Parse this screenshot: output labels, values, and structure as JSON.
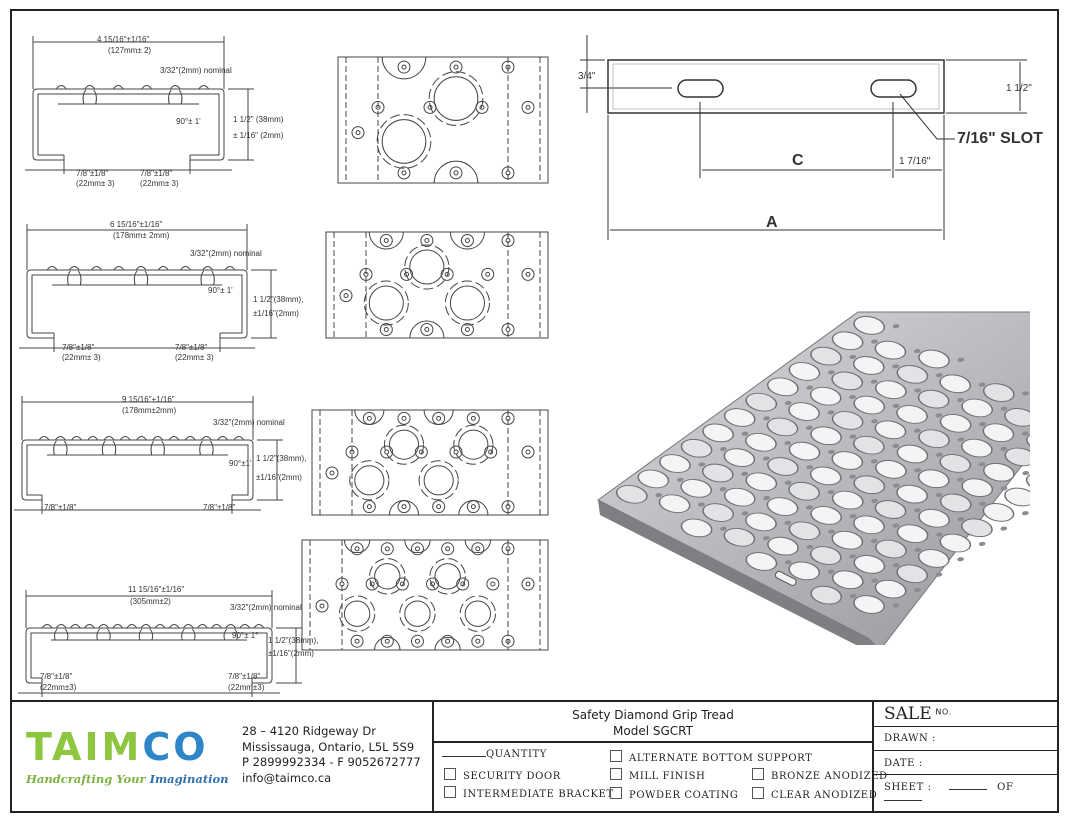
{
  "profiles": [
    {
      "width_dim": "4 15/16\"±1/16\"",
      "width_mm": "(127mm± 2)",
      "nominal": "3/32\"(2mm) nominal",
      "angle": "90°± 1'",
      "height_dim": "1 1/2\" (38mm)",
      "height_tol": "± 1/16\" (2mm)",
      "lip_left": "7/8\"±1/8\"",
      "lip_left_mm": "(22mm± 3)",
      "lip_right": "7/8\"±1/8\"",
      "lip_right_mm": "(22mm± 3)"
    },
    {
      "width_dim": "6 15/16\"±1/16\"",
      "width_mm": "(178mm± 2mm)",
      "nominal": "3/32\"(2mm) nominal",
      "angle": "90°± 1'",
      "height_dim": "1 1/2\"(38mm),",
      "height_tol": "±1/16\"(2mm)",
      "lip_left": "7/8\"±1/8\"",
      "lip_left_mm": "(22mm± 3)",
      "lip_right": "7/8\"±1/8\"",
      "lip_right_mm": "(22mm± 3)"
    },
    {
      "width_dim": "9 15/16\"+1/16\"",
      "width_mm": "(178mm±2mm)",
      "nominal": "3/32\"(2mm) nominal",
      "angle": "90°±1'",
      "height_dim": "1 1/2\"(38mm),",
      "height_tol": "±1/16\"(2mm)",
      "lip_left": "7/8\"±1/8\"",
      "lip_left_mm": "",
      "lip_right": "7/8\"±1/8\"",
      "lip_right_mm": ""
    },
    {
      "width_dim": "11 15/16\"±1/16\"",
      "width_mm": "(305mm±2)",
      "nominal": "3/32\"(2mm) nominal",
      "angle": "90°± 1°",
      "height_dim": "1 1/2\"(38mm),",
      "height_tol": "±1/16\"(2mm)",
      "lip_left": "7/8\"±1/8\"",
      "lip_left_mm": "(22mm±3)",
      "lip_right": "7/8\"±1/8\"",
      "lip_right_mm": "(22mm±3)"
    }
  ],
  "side_view": {
    "edge_dim": "3/4\"",
    "height_dim": "1 1/2\"",
    "slot_label": "7/16\" SLOT",
    "c_label": "C",
    "offset_dim": "1 7/16\"",
    "a_label": "A"
  },
  "logo": {
    "word_green": "TAIM",
    "word_blue": "CO",
    "tagline_green": "Handcrafting Your",
    "tagline_blue": "Imagination"
  },
  "address": {
    "line1": "28 – 4120 Ridgeway Dr",
    "line2": "Mississauga, Ontario, L5L 5S9",
    "line3": "P 2899992334 - F 9052672777",
    "line4": "info@taimco.ca"
  },
  "title": {
    "line1": "Safety Diamond Grip Tread",
    "line2": "Model SGCRT"
  },
  "options": {
    "quantity": "QUANTITY",
    "security_door": "SECURITY DOOR",
    "intermediate_bracket": "INTERMEDIATE BRACKET",
    "alternate_bottom_support": "ALTERNATE BOTTOM SUPPORT",
    "mill_finish": "MILL FINISH",
    "powder_coating": "POWDER COATING",
    "bronze_anodized": "BRONZE ANODIZED",
    "clear_anodized": "CLEAR ANODIZED"
  },
  "info": {
    "sale": "SALE",
    "sale_no": "NO.",
    "drawn": "DRAWN :",
    "date": "DATE :",
    "sheet": "SHEET :",
    "of": "OF"
  },
  "colors": {
    "green": "#8dc63f",
    "blue": "#2e86c8"
  }
}
